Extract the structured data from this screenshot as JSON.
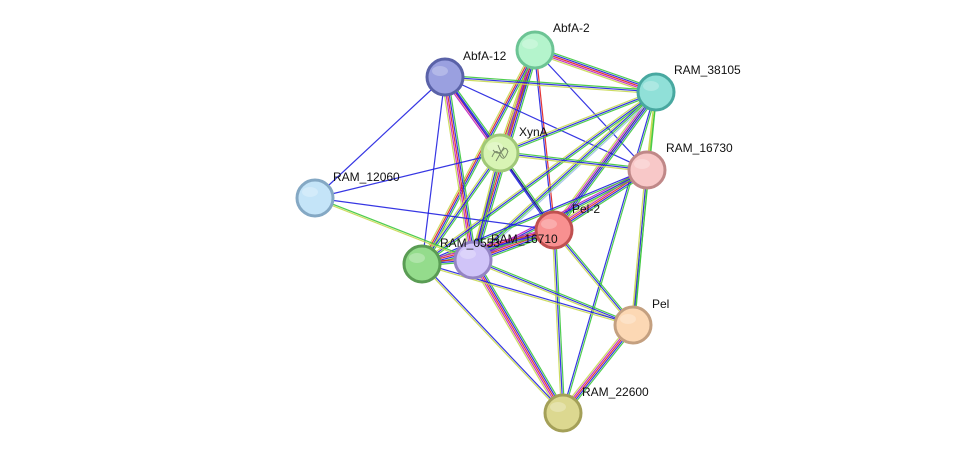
{
  "network": {
    "edge_colors": {
      "green": "#3cc83c",
      "blue": "#2020e0",
      "red": "#e02020",
      "magenta": "#c020c0",
      "yellow": "#c8d850",
      "navy": "#202080",
      "lightblue": "#a0c0e8",
      "purple": "#6040c0"
    },
    "nodes": [
      {
        "id": "abfa2",
        "label": "AbfA-2",
        "fill": "#b4f4cc",
        "stroke": "#6cc494"
      },
      {
        "id": "abfa12",
        "label": "AbfA-12",
        "fill": "#9aa0e0",
        "stroke": "#5a62a8"
      },
      {
        "id": "ram38105",
        "label": "RAM_38105",
        "fill": "#90e0d8",
        "stroke": "#48a8a0"
      },
      {
        "id": "xyna",
        "label": "XynA",
        "fill": "#d8f4b4",
        "stroke": "#a0c878"
      },
      {
        "id": "ram16730",
        "label": "RAM_16730",
        "fill": "#f8c8c8",
        "stroke": "#c08888"
      },
      {
        "id": "ram12060",
        "label": "RAM_12060",
        "fill": "#c4e4f8",
        "stroke": "#84a8c4"
      },
      {
        "id": "pel2",
        "label": "Pel-2",
        "fill": "#f89090",
        "stroke": "#c05050"
      },
      {
        "id": "ram16710",
        "label": "RAM_16710",
        "fill": "#d0c4f8",
        "stroke": "#9484c4"
      },
      {
        "id": "ram0553",
        "label": "RAM_0553",
        "fill": "#94dc8c",
        "stroke": "#5a9c54"
      },
      {
        "id": "pel",
        "label": "Pel",
        "fill": "#fcd8b4",
        "stroke": "#c4a080"
      },
      {
        "id": "ram22600",
        "label": "RAM_22600",
        "fill": "#dcd890",
        "stroke": "#a4a058"
      }
    ],
    "edges": [
      {
        "a": "abfa2",
        "b": "ram38105",
        "types": [
          "green",
          "blue",
          "red",
          "magenta",
          "yellow"
        ]
      },
      {
        "a": "abfa2",
        "b": "xyna",
        "types": [
          "green",
          "blue",
          "red",
          "yellow"
        ]
      },
      {
        "a": "abfa2",
        "b": "pel2",
        "types": [
          "red",
          "blue"
        ]
      },
      {
        "a": "abfa2",
        "b": "ram16710",
        "types": [
          "green",
          "blue",
          "red",
          "magenta",
          "yellow"
        ]
      },
      {
        "a": "abfa2",
        "b": "ram0553",
        "types": [
          "green",
          "blue",
          "red",
          "yellow"
        ]
      },
      {
        "a": "abfa2",
        "b": "ram16730",
        "types": [
          "blue"
        ]
      },
      {
        "a": "abfa12",
        "b": "ram38105",
        "types": [
          "green",
          "blue",
          "yellow"
        ]
      },
      {
        "a": "abfa12",
        "b": "xyna",
        "types": [
          "green",
          "blue",
          "red",
          "magenta"
        ]
      },
      {
        "a": "abfa12",
        "b": "ram12060",
        "types": [
          "blue"
        ]
      },
      {
        "a": "abfa12",
        "b": "ram16730",
        "types": [
          "blue"
        ]
      },
      {
        "a": "abfa12",
        "b": "pel2",
        "types": [
          "blue"
        ]
      },
      {
        "a": "abfa12",
        "b": "ram16710",
        "types": [
          "green",
          "blue",
          "red",
          "magenta",
          "yellow"
        ]
      },
      {
        "a": "abfa12",
        "b": "ram0553",
        "types": [
          "blue"
        ]
      },
      {
        "a": "ram38105",
        "b": "xyna",
        "types": [
          "green",
          "blue",
          "yellow"
        ]
      },
      {
        "a": "ram38105",
        "b": "ram16730",
        "types": [
          "green",
          "yellow"
        ]
      },
      {
        "a": "ram38105",
        "b": "pel2",
        "types": [
          "green",
          "blue",
          "navy",
          "magenta",
          "yellow"
        ]
      },
      {
        "a": "ram38105",
        "b": "ram16710",
        "types": [
          "lightblue",
          "green",
          "blue",
          "yellow"
        ]
      },
      {
        "a": "ram38105",
        "b": "ram0553",
        "types": [
          "green",
          "blue",
          "yellow"
        ]
      },
      {
        "a": "ram38105",
        "b": "pel",
        "types": [
          "green",
          "yellow"
        ]
      },
      {
        "a": "ram38105",
        "b": "ram22600",
        "types": [
          "green",
          "blue"
        ]
      },
      {
        "a": "xyna",
        "b": "ram12060",
        "types": [
          "blue"
        ]
      },
      {
        "a": "xyna",
        "b": "ram16730",
        "types": [
          "green",
          "blue",
          "yellow"
        ]
      },
      {
        "a": "xyna",
        "b": "pel2",
        "types": [
          "green",
          "navy",
          "blue"
        ]
      },
      {
        "a": "xyna",
        "b": "ram16710",
        "types": [
          "green",
          "blue",
          "yellow"
        ]
      },
      {
        "a": "xyna",
        "b": "ram0553",
        "types": [
          "green",
          "blue",
          "yellow"
        ]
      },
      {
        "a": "ram16730",
        "b": "pel2",
        "types": [
          "green",
          "blue",
          "red",
          "magenta",
          "yellow"
        ]
      },
      {
        "a": "ram16730",
        "b": "ram16710",
        "types": [
          "green",
          "blue",
          "magenta"
        ]
      },
      {
        "a": "ram16730",
        "b": "ram0553",
        "types": [
          "green",
          "blue"
        ]
      },
      {
        "a": "ram16730",
        "b": "pel",
        "types": [
          "green",
          "blue",
          "yellow"
        ]
      },
      {
        "a": "ram12060",
        "b": "pel2",
        "types": [
          "blue"
        ]
      },
      {
        "a": "ram12060",
        "b": "ram16710",
        "types": [
          "green",
          "yellow"
        ]
      },
      {
        "a": "pel2",
        "b": "ram16710",
        "types": [
          "green",
          "blue",
          "red",
          "magenta",
          "purple"
        ]
      },
      {
        "a": "pel2",
        "b": "ram0553",
        "types": [
          "green",
          "blue",
          "red",
          "magenta"
        ]
      },
      {
        "a": "pel2",
        "b": "pel",
        "types": [
          "green",
          "blue",
          "yellow"
        ]
      },
      {
        "a": "pel2",
        "b": "ram22600",
        "types": [
          "green",
          "blue",
          "yellow"
        ]
      },
      {
        "a": "ram16710",
        "b": "ram0553",
        "types": [
          "green",
          "blue",
          "red"
        ]
      },
      {
        "a": "ram16710",
        "b": "pel",
        "types": [
          "green",
          "blue",
          "yellow"
        ]
      },
      {
        "a": "ram16710",
        "b": "ram22600",
        "types": [
          "green",
          "blue",
          "red",
          "magenta",
          "yellow"
        ]
      },
      {
        "a": "ram0553",
        "b": "pel",
        "types": [
          "blue",
          "yellow"
        ]
      },
      {
        "a": "ram0553",
        "b": "ram22600",
        "types": [
          "blue",
          "yellow"
        ]
      },
      {
        "a": "pel",
        "b": "ram22600",
        "types": [
          "green",
          "blue",
          "red",
          "magenta",
          "yellow"
        ]
      }
    ]
  }
}
